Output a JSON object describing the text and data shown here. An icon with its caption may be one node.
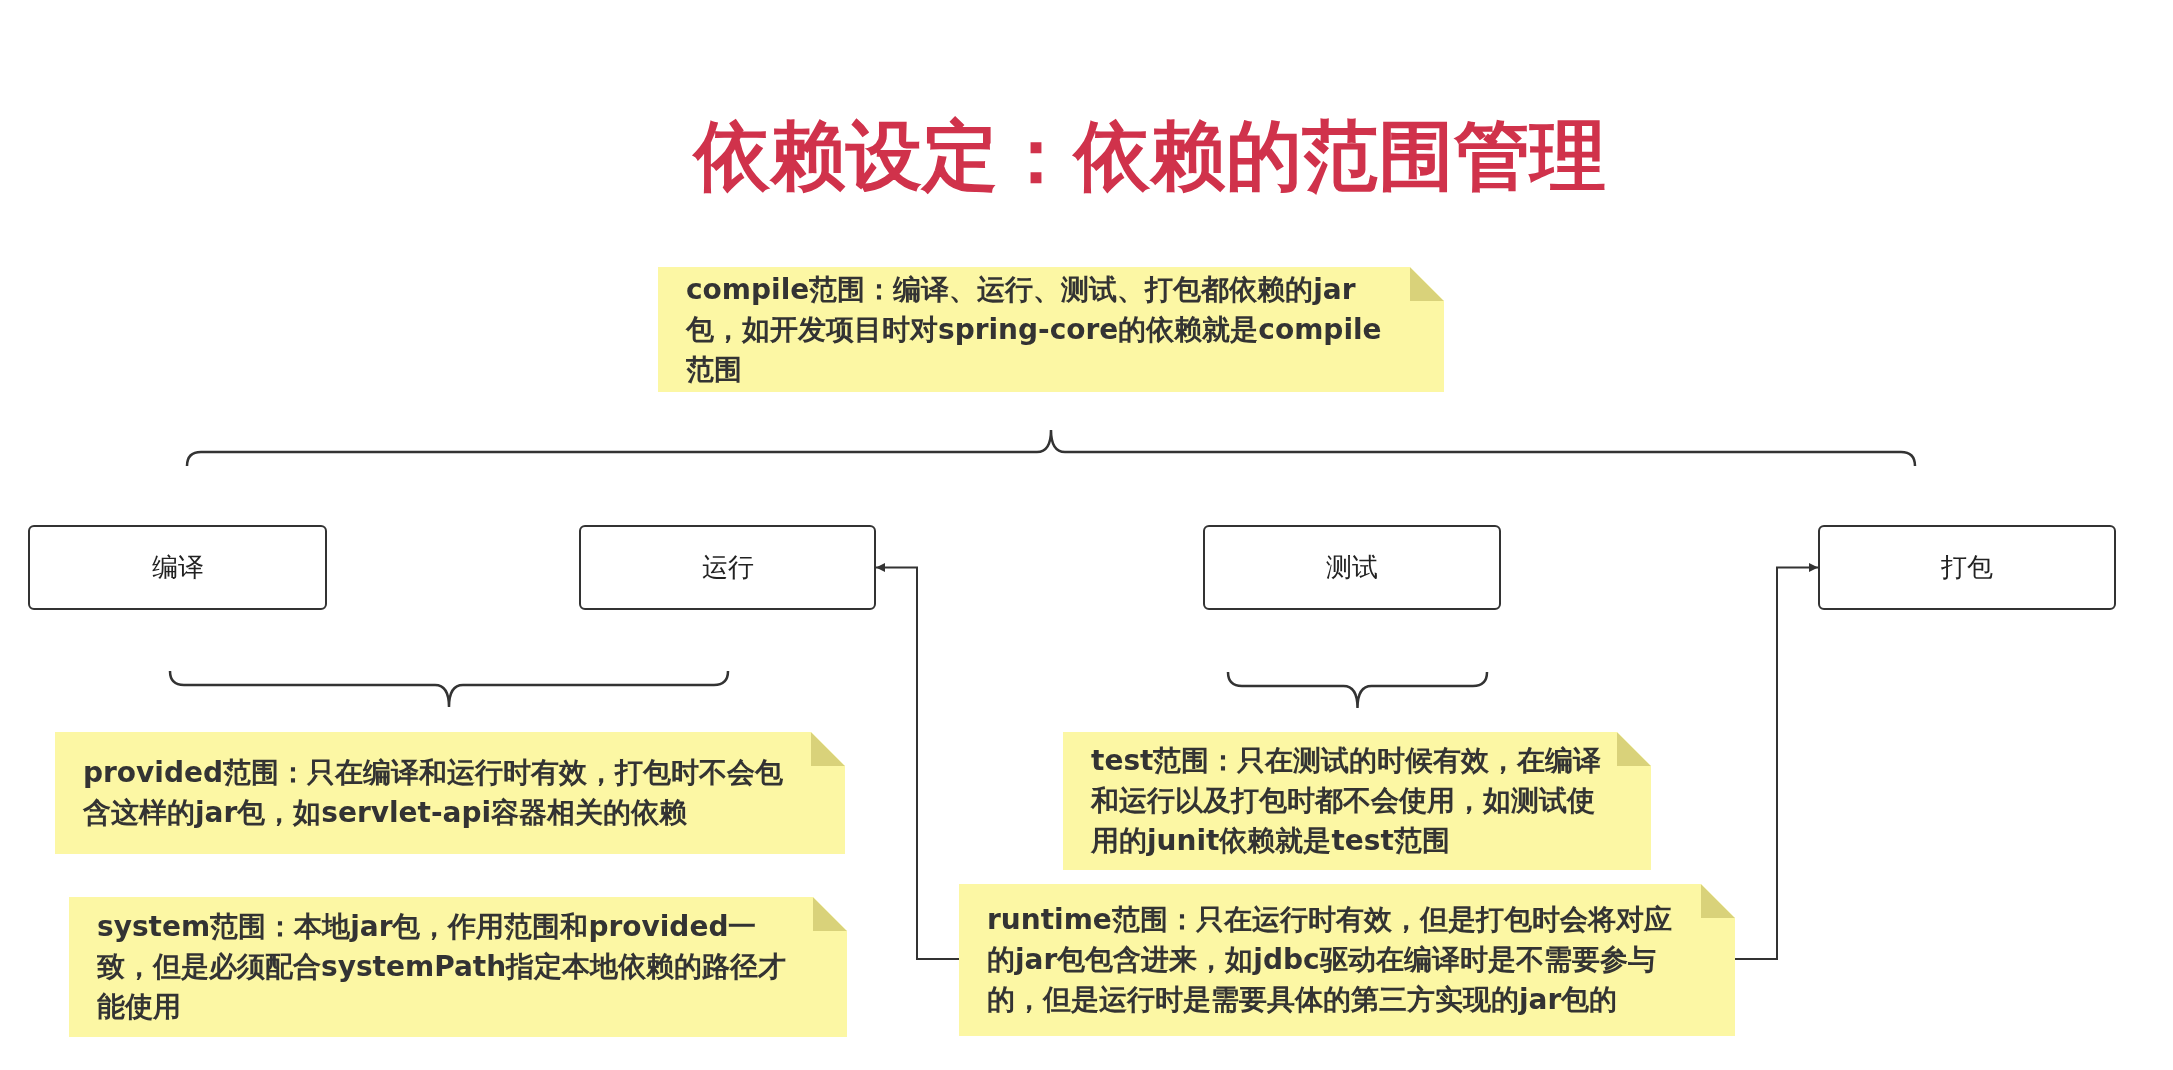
{
  "diagram": {
    "title": "依赖设定：依赖的范围管理",
    "nodes": [
      {
        "text": [
          "compile范围：编译、运行、测试、打包都依赖的jar包，如开发项目时对spring-core的依赖就是compile范围"
        ]
      },
      {
        "text": [
          "编译"
        ]
      },
      {
        "text": [
          "运行"
        ]
      },
      {
        "text": [
          "测试"
        ]
      },
      {
        "text": [
          "打包"
        ]
      },
      {
        "text": [
          "provided范围：只在编译和运行时有效，打包时不会包含这样的jar包，如servlet-api容器相关的依赖"
        ]
      },
      {
        "text": [
          "test范围：只在测试的时候有效，在编译和运行以及打包时都不会使用，如测试使用的junit依赖就是test范围"
        ]
      },
      {
        "text": [
          "runtime范围：只在运行时有效，但是打包时会将对应的jar包包含进来，如jdbc驱动在编译时是不需要参与的，但是运行时是需要具体的第三方实现的jar包的"
        ]
      },
      {
        "text": [
          "system范围：本地jar包，作用范围和provided一致，但是必须配合systemPath指定本地依赖的路径才能使用"
        ]
      }
    ],
    "edges": [
      {
        "from": 7,
        "to": 2,
        "arrow": "to"
      },
      {
        "from": 7,
        "to": 4,
        "arrow": "to"
      }
    ]
  }
}
